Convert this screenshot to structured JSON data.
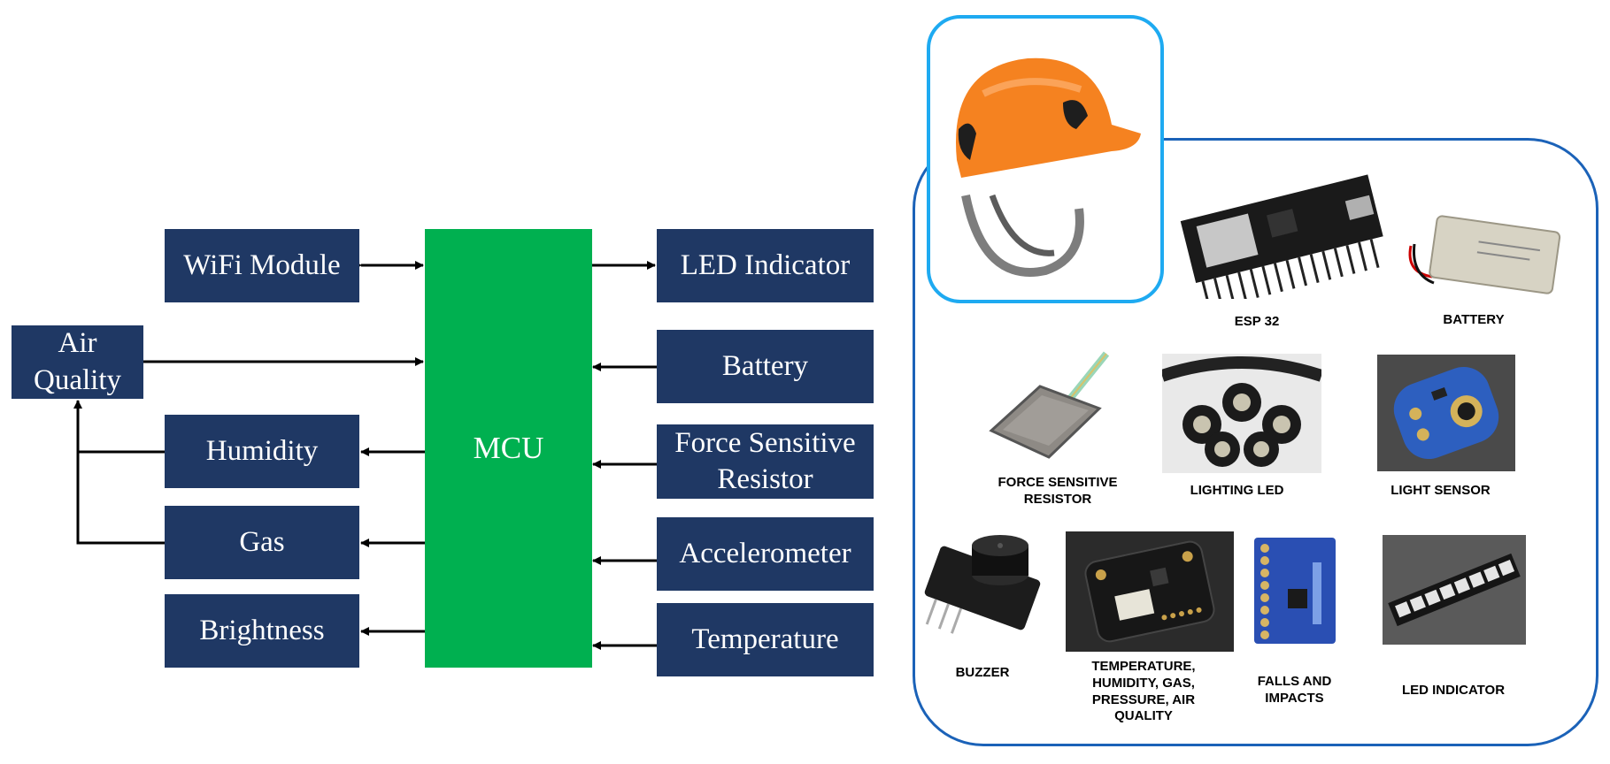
{
  "diagram": {
    "mcu": "MCU",
    "left_blocks": {
      "wifi": "WiFi Module",
      "air_quality": "Air\nQuality",
      "humidity": "Humidity",
      "gas": "Gas",
      "brightness": "Brightness"
    },
    "right_blocks": {
      "led_indicator": "LED Indicator",
      "battery": "Battery",
      "fsr": "Force Sensitive\nResistor",
      "accelerometer": "Accelerometer",
      "temperature": "Temperature"
    }
  },
  "components": {
    "esp32": "ESP 32",
    "battery": "BATTERY",
    "fsr": "FORCE SENSITIVE\nRESISTOR",
    "lighting_led": "LIGHTING LED",
    "light_sensor": "LIGHT SENSOR",
    "buzzer": "BUZZER",
    "env_sensor": "TEMPERATURE,\nHUMIDITY, GAS,\nPRESSURE, AIR\nQUALITY",
    "imu": "FALLS AND\nIMPACTS",
    "led_indicator": "LED INDICATOR"
  },
  "colors": {
    "block": "#1f3864",
    "mcu": "#00b050",
    "panel_border": "#1b62b8",
    "helmet_border": "#1eaaf1",
    "helmet": "#f58220"
  }
}
